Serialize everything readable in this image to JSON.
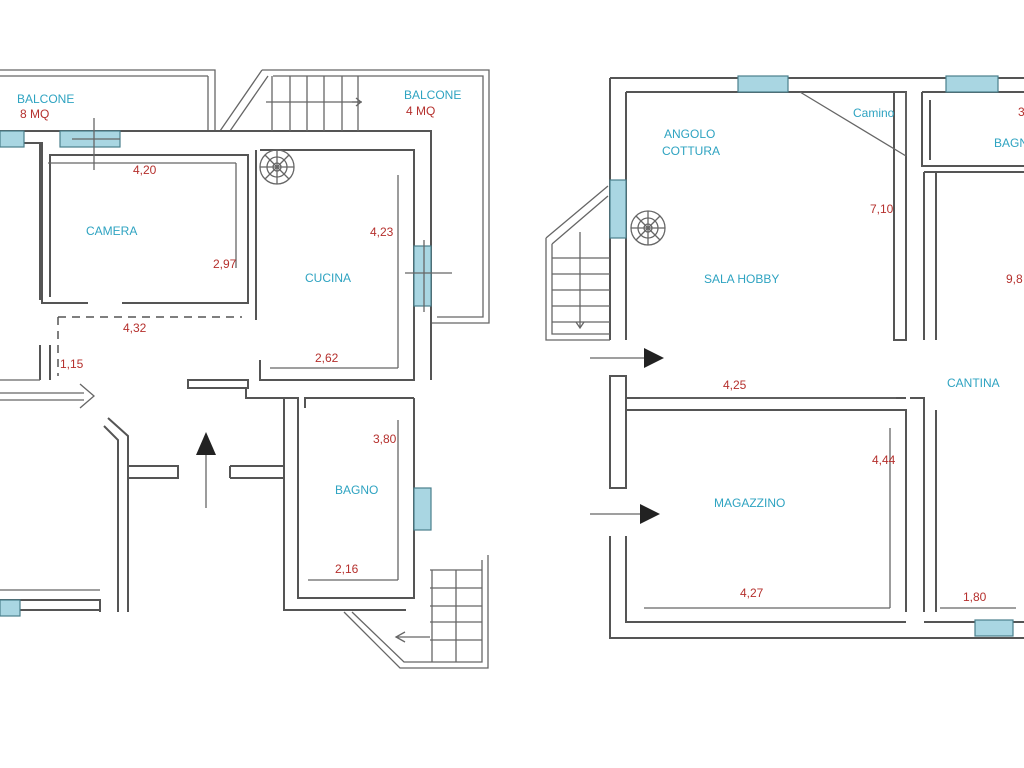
{
  "ground_floor": {
    "balcone_left": {
      "name": "BALCONE",
      "area": "8 MQ"
    },
    "balcone_right": {
      "name": "BALCONE",
      "area": "4 MQ"
    },
    "camera": {
      "name": "CAMERA",
      "width": "4,20",
      "depth": "2,97"
    },
    "cucina": {
      "name": "CUCINA",
      "depth": "4,23",
      "width": "2,62"
    },
    "corridor_width": "4,32",
    "hall_depth": "1,15",
    "bagno": {
      "name": "BAGNO",
      "depth": "3,80",
      "width": "2,16"
    }
  },
  "lower_floor": {
    "angolo_cottura": {
      "line1": "ANGOLO",
      "line2": "COTTURA"
    },
    "camino": "Camino",
    "sala_hobby": {
      "name": "SALA HOBBY",
      "depth": "7,10",
      "width": "4,25"
    },
    "bagno": {
      "name": "BAGN",
      "dim": "3"
    },
    "cantina": {
      "name": "CANTINA",
      "depth": "9,8",
      "width": "1,80"
    },
    "magazzino": {
      "name": "MAGAZZINO",
      "depth": "4,44",
      "width": "4,27"
    }
  },
  "icons": [
    "spiral-staircase-icon",
    "staircase-icon",
    "entrance-arrow-icon",
    "window-icon"
  ]
}
